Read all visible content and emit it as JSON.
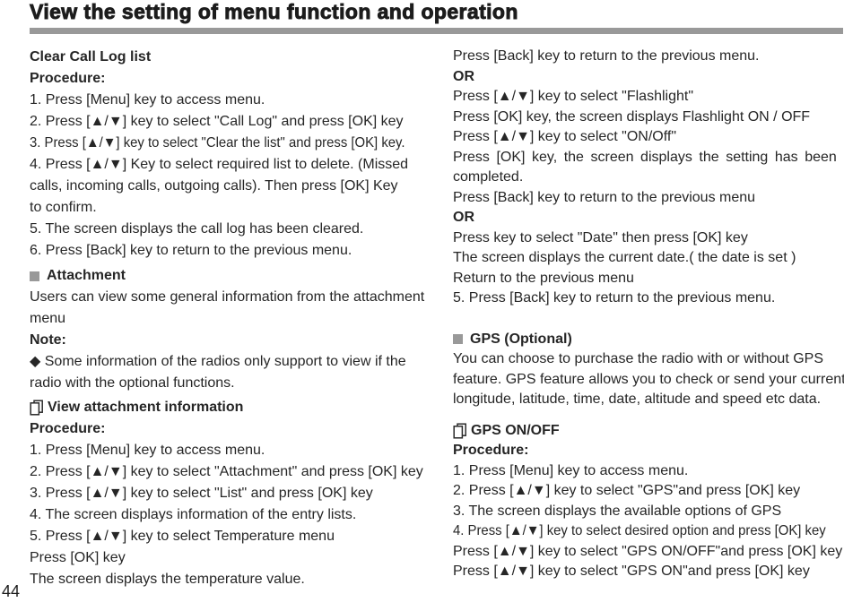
{
  "header": {
    "title": "View the setting of menu function and operation"
  },
  "footer": {
    "page_number": "44"
  },
  "colors": {
    "bar_gray": "#999999",
    "text": "#262626"
  },
  "icons": {
    "section_bullet": "gray-square-icon",
    "subsection": "pages-icon",
    "up_down": "[▲/▼]",
    "note_bullet": "◆"
  },
  "left": {
    "heading1": "Clear Call Log list",
    "procedure1": "Procedure:",
    "steps1": [
      "1. Press [Menu] key to access menu.",
      "2. Press [▲/▼] key to select \"Call Log\" and press [OK] key",
      "3. Press [▲/▼] key to select \"Clear the list\" and press [OK] key.",
      "4. Press [▲/▼] Key to select required list to delete. (Missed",
      "calls, incoming calls, outgoing calls). Then press [OK] Key",
      "to confirm.",
      "5. The screen displays the call log has been cleared.",
      "6. Press [Back] key to return to the previous menu."
    ],
    "heading2": "Attachment",
    "intro2": [
      "Users can view some general information from the attachment",
      "menu"
    ],
    "note_label": "Note:",
    "notes": [
      "◆ Some information of the radios only support to view if the",
      "radio with the optional functions."
    ],
    "heading3": "View attachment information",
    "procedure2": "Procedure:",
    "steps2": [
      "1. Press [Menu] key to access menu.",
      "2. Press [▲/▼] key to select \"Attachment\" and press [OK] key",
      "3. Press [▲/▼] key to select \"List\" and press [OK] key",
      "4. The screen displays information of the entry lists.",
      "5. Press [▲/▼] key to select Temperature menu",
      "Press [OK] key",
      "The screen displays the temperature value."
    ]
  },
  "right": {
    "line1": "Press [Back] key to return to the previous menu.",
    "or1": "OR",
    "flashlight_lines": [
      "Press [▲/▼] key to select \"Flashlight\"",
      "Press [OK] key, the screen displays Flashlight ON / OFF",
      "Press [▲/▼] key to select \"ON/Off\"",
      "Press [OK] key, the screen displays the setting has been",
      "completed.",
      "Press [Back] key to return to the previous menu"
    ],
    "or2": "OR",
    "date_lines": [
      "Press key to select \"Date\" then press [OK] key",
      "The screen displays the current date.( the date is set )",
      "Return to the previous menu",
      "5. Press [Back] key to return to the previous menu."
    ],
    "heading_gps": "GPS (Optional)",
    "gps_intro": [
      "You can choose to purchase the radio with or without GPS",
      "feature. GPS feature allows you to check or send your current",
      "longitude, latitude, time, date, altitude and speed etc data."
    ],
    "heading_gps_onoff": "GPS ON/OFF",
    "procedure": "Procedure:",
    "gps_steps": [
      "1. Press [Menu] key to access menu.",
      "2. Press [▲/▼] key to select \"GPS\"and press [OK] key",
      "3. The screen displays the available options of GPS",
      "4. Press [▲/▼] key to select desired option and press [OK] key",
      "Press [▲/▼] key to select \"GPS ON/OFF\"and press [OK] key",
      "Press [▲/▼] key to select \"GPS ON\"and press [OK] key"
    ]
  }
}
